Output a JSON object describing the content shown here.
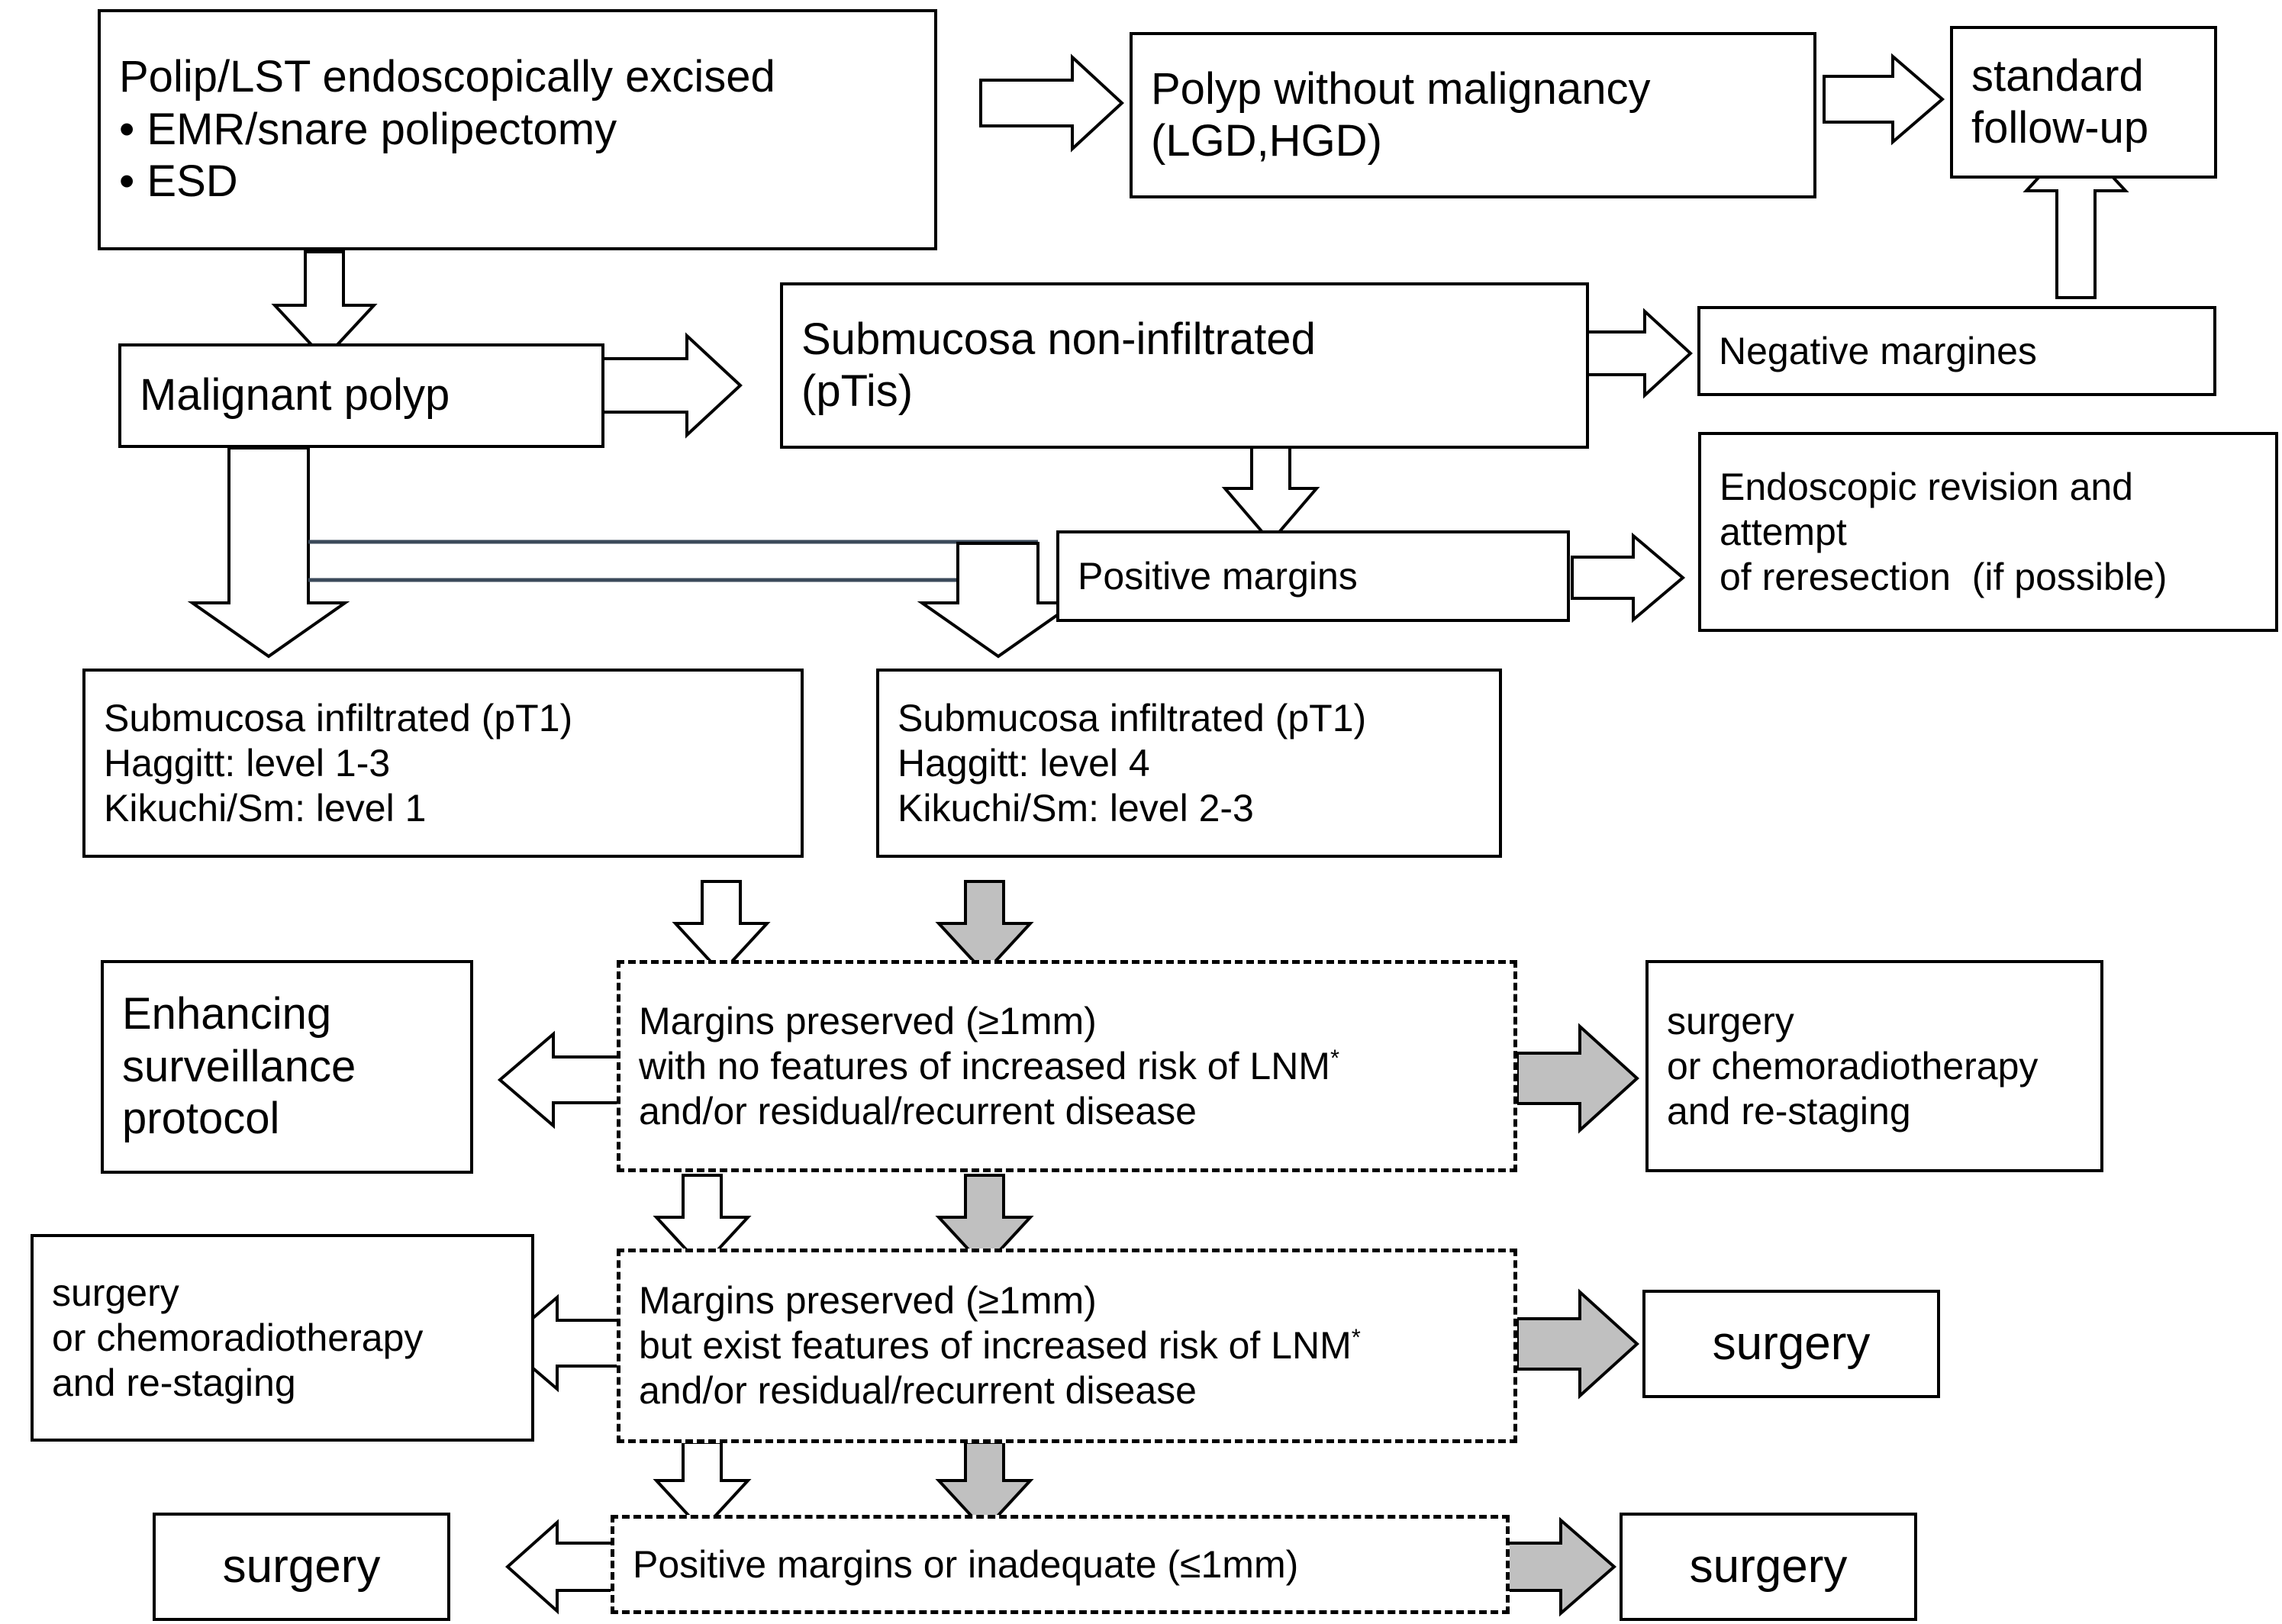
{
  "diagram": {
    "title": "Management algorithm for endoscopically excised polyp / LST",
    "colors": {
      "outline": "#000000",
      "arrow_white_fill": "#ffffff",
      "arrow_gray_fill": "#c0c0c0",
      "background": "#ffffff"
    }
  },
  "nodes": {
    "polip_excised": {
      "lines": [
        "Polip/LST endoscopically excised",
        "• EMR/snare polipectomy",
        "• ESD"
      ],
      "border": "solid"
    },
    "polyp_no_malignancy": {
      "lines": [
        "Polyp without malignancy",
        "(LGD,HGD)"
      ],
      "border": "solid"
    },
    "standard_followup": {
      "lines": [
        "standard",
        "follow-up"
      ],
      "border": "solid"
    },
    "malignant_polyp": {
      "lines": [
        "Malignant polyp"
      ],
      "border": "solid"
    },
    "submucosa_non_infiltrated": {
      "lines": [
        "Submucosa non-infiltrated",
        "(pTis)"
      ],
      "border": "solid"
    },
    "negative_margins": {
      "lines": [
        "Negative margines"
      ],
      "border": "solid"
    },
    "positive_margins": {
      "lines": [
        "Positive margins"
      ],
      "border": "solid"
    },
    "endoscopic_revision": {
      "lines": [
        "Endoscopic revision and",
        "attempt",
        "of reresection  (if possible)"
      ],
      "border": "solid"
    },
    "submucosa_pt1_low": {
      "lines": [
        "Submucosa infiltrated (pT1)",
        "Haggitt: level 1-3",
        "Kikuchi/Sm: level 1"
      ],
      "border": "solid"
    },
    "submucosa_pt1_high": {
      "lines": [
        "Submucosa infiltrated (pT1)",
        "Haggitt: level 4",
        "Kikuchi/Sm: level 2-3"
      ],
      "border": "solid"
    },
    "enhancing_surveillance": {
      "lines": [
        "Enhancing",
        "surveillance",
        "protocol"
      ],
      "border": "solid"
    },
    "margins_no_features": {
      "lines": [
        "Margins preserved (≥1mm)",
        "with no features of increased risk of LNM",
        "and/or residual/recurrent disease"
      ],
      "superscript_on_line": 1,
      "superscript": "*",
      "border": "dashed"
    },
    "surgery_chemo_right": {
      "lines": [
        "surgery",
        "or chemoradiotherapy",
        "and re-staging"
      ],
      "border": "solid"
    },
    "surgery_chemo_left": {
      "lines": [
        "surgery",
        "or chemoradiotherapy",
        "and re-staging"
      ],
      "border": "solid"
    },
    "margins_with_features": {
      "lines": [
        "Margins preserved (≥1mm)",
        "but exist features of increased risk of LNM",
        "and/or residual/recurrent disease"
      ],
      "superscript_on_line": 1,
      "superscript": "*",
      "border": "dashed"
    },
    "surgery_right_mid": {
      "lines": [
        "surgery"
      ],
      "border": "solid"
    },
    "surgery_left_bottom": {
      "lines": [
        "surgery"
      ],
      "border": "solid"
    },
    "positive_or_inadequate": {
      "lines": [
        "Positive margins or inadequate (≤1mm)"
      ],
      "border": "dashed"
    },
    "surgery_right_bottom": {
      "lines": [
        "surgery"
      ],
      "border": "solid"
    }
  }
}
